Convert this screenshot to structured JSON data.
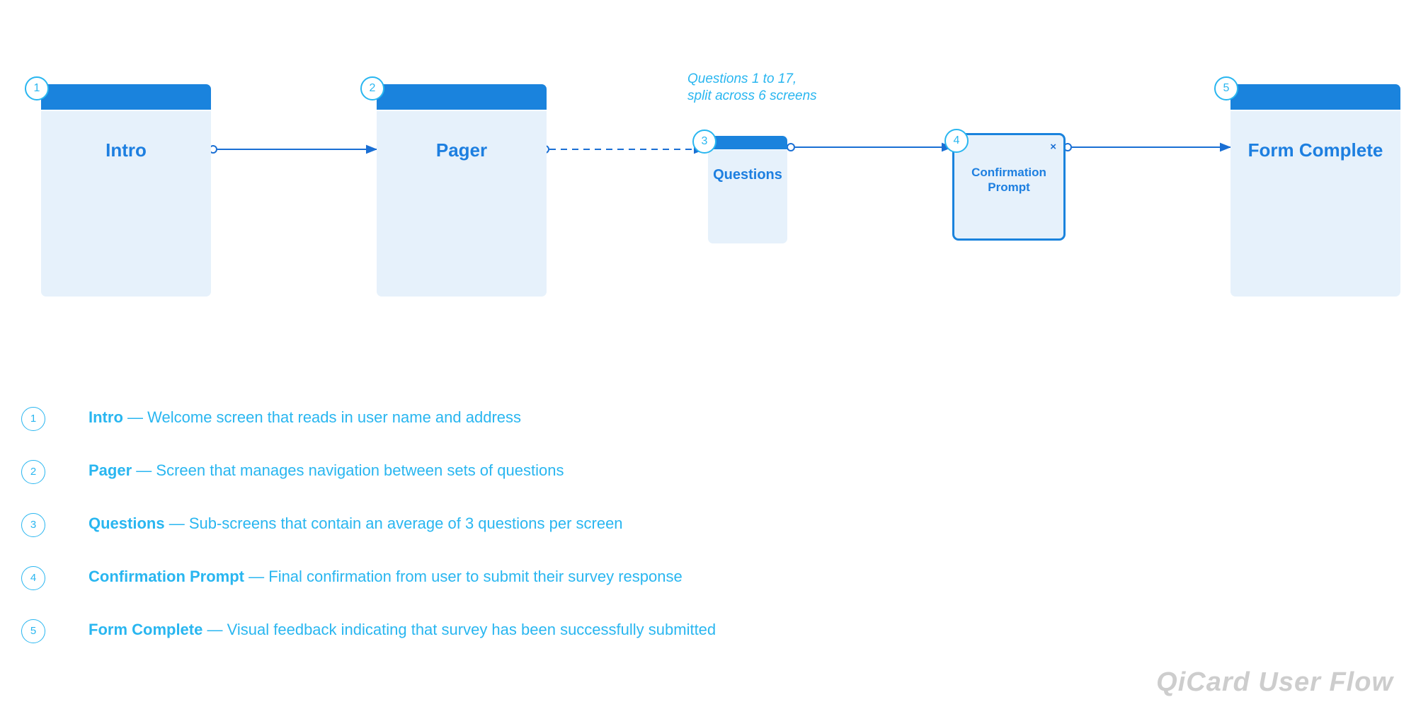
{
  "diagram": {
    "title": "QiCard User Flow",
    "annotation": "Questions 1 to 17,\nsplit across 6 screens",
    "accent_blue": "#1a83dd",
    "label_blue": "#1d7fe0",
    "accent_cyan": "#29b6f0",
    "card_body_fill": "#e6f1fb",
    "watermark_color": "#cdcdcd",
    "nodes": [
      {
        "number": "1",
        "label": "Intro",
        "type": "screen"
      },
      {
        "number": "2",
        "label": "Pager",
        "type": "screen"
      },
      {
        "number": "3",
        "label": "Questions",
        "type": "screen"
      },
      {
        "number": "4",
        "label": "Confirmation\nPrompt",
        "type": "modal",
        "close_icon": "×"
      },
      {
        "number": "5",
        "label": "Form Complete",
        "type": "screen"
      }
    ],
    "connectors": [
      {
        "from": "Intro",
        "to": "Pager",
        "style": "solid"
      },
      {
        "from": "Pager",
        "to": "Questions",
        "style": "dashed"
      },
      {
        "from": "Questions",
        "to": "Confirmation Prompt",
        "style": "solid"
      },
      {
        "from": "Confirmation Prompt",
        "to": "Form Complete",
        "style": "solid"
      }
    ]
  },
  "legend": {
    "items": [
      {
        "number": "1",
        "name": "Intro",
        "dash": "—",
        "description": "Welcome screen that reads in user name and address"
      },
      {
        "number": "2",
        "name": "Pager",
        "dash": "—",
        "description": "Screen that manages navigation between sets of questions"
      },
      {
        "number": "3",
        "name": "Questions",
        "dash": "—",
        "description": "Sub-screens that contain an average of 3 questions per screen"
      },
      {
        "number": "4",
        "name": "Confirmation Prompt",
        "dash": "—",
        "description": "Final confirmation from user to submit their survey response"
      },
      {
        "number": "5",
        "name": "Form Complete",
        "dash": "—",
        "description": "Visual feedback indicating that survey has been successfully submitted"
      }
    ]
  }
}
